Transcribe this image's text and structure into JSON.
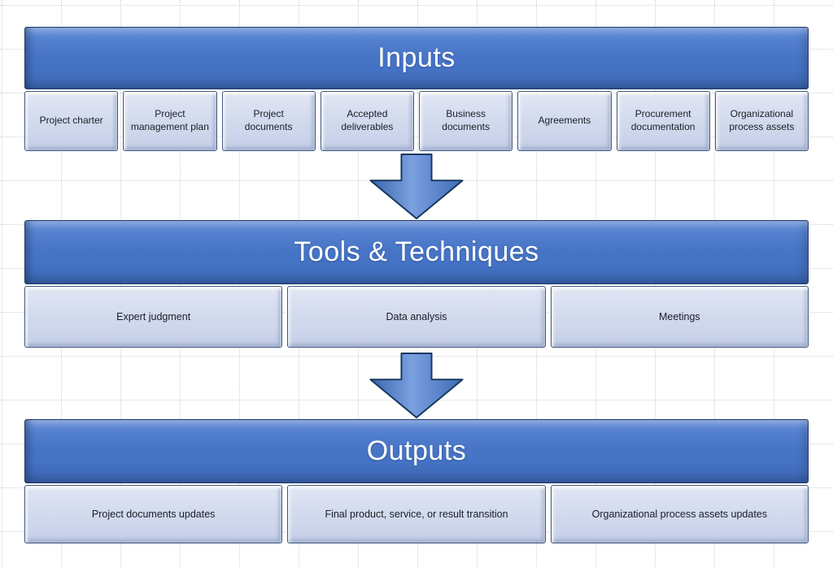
{
  "colors": {
    "header_fill": "#4472c4",
    "header_edge": "#1f3864",
    "item_fill": "#ccd5ea",
    "item_edge": "#3f577f",
    "arrow_fill": "#4472c4",
    "arrow_edge": "#17375e",
    "grid_dot": "#d2d2d2",
    "text_dark": "#1a1d26",
    "text_light": "#ffffff"
  },
  "sections": {
    "inputs": {
      "title": "Inputs",
      "items": [
        "Project charter",
        "Project management plan",
        "Project documents",
        "Accepted deliverables",
        "Business documents",
        "Agreements",
        "Procurement documentation",
        "Organizational process assets"
      ]
    },
    "tools": {
      "title": "Tools & Techniques",
      "items": [
        "Expert judgment",
        "Data analysis",
        "Meetings"
      ]
    },
    "outputs": {
      "title": "Outputs",
      "items": [
        "Project documents updates",
        "Final product, service, or result transition",
        "Organizational process assets updates"
      ]
    }
  }
}
